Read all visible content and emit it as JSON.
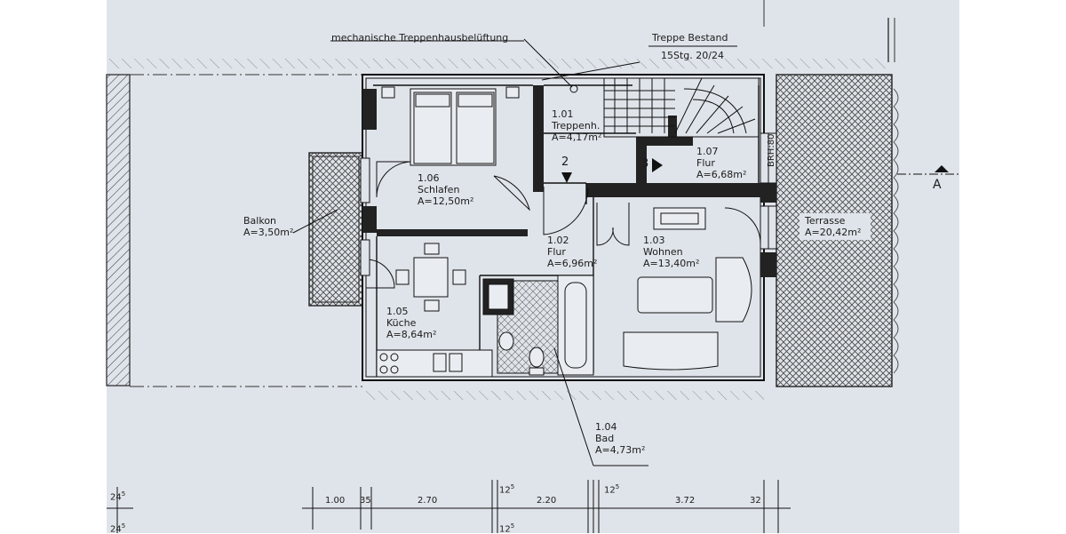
{
  "annotations": {
    "ventilation": "mechanische Treppenhausbelüftung",
    "stair_title": "Treppe Bestand",
    "stair_spec": "15Stg. 20/24",
    "brh": "BRH:80",
    "section_marker": "A",
    "level_2": "2",
    "level_3": "3"
  },
  "rooms": {
    "treppenhaus": {
      "number": "1.01",
      "name": "Treppenh.",
      "area": "A=4,17m²"
    },
    "flur_102": {
      "number": "1.02",
      "name": "Flur",
      "area": "A=6,96m²"
    },
    "wohnen": {
      "number": "1.03",
      "name": "Wohnen",
      "area": "A=13,40m²"
    },
    "bad": {
      "number": "1.04",
      "name": "Bad",
      "area": "A=4,73m²"
    },
    "kueche": {
      "number": "1.05",
      "name": "Küche",
      "area": "A=8,64m²"
    },
    "schlafen": {
      "number": "1.06",
      "name": "Schlafen",
      "area": "A=12,50m²"
    },
    "flur_107": {
      "number": "1.07",
      "name": "Flur",
      "area": "A=6,68m²"
    },
    "balkon": {
      "name": "Balkon",
      "area": "A=3,50m²"
    },
    "terrasse": {
      "name": "Terrasse",
      "area": "A=20,42m²"
    }
  },
  "dimensions": {
    "d1": "1.00",
    "d2": "35",
    "d3": "2.70",
    "d4": "2.20",
    "d5": "3.72",
    "d6": "32",
    "s1_base": "24",
    "s1_sup": "5",
    "s2_base": "12",
    "s2_sup": "5",
    "s3_base": "12",
    "s3_sup": "5",
    "s4_base": "24",
    "s4_sup": "5",
    "s5_base": "12",
    "s5_sup": "5"
  }
}
